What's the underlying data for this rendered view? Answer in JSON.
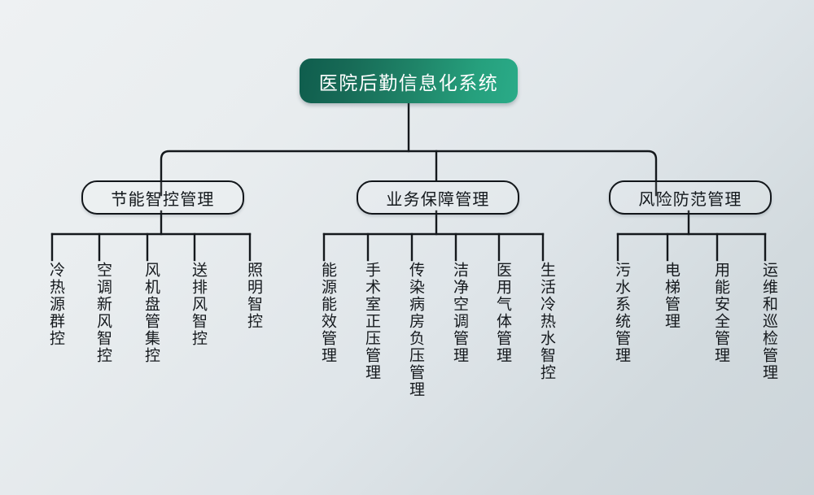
{
  "diagram": {
    "title": "医院后勤信息化系统",
    "type": "organization-tree",
    "background": {
      "from": "#eef1f3",
      "to": "#ccd5da"
    },
    "root": {
      "label": "医院后勤信息化系统",
      "fill_from": "#0f5d4d",
      "fill_to": "#2aab88",
      "text_color": "#ffffff"
    },
    "branches": [
      {
        "label": "节能智控管理",
        "leaves": [
          {
            "label": "冷热源群控"
          },
          {
            "label": "空调新风智控"
          },
          {
            "label": "风机盘管集控"
          },
          {
            "label": "送排风智控"
          },
          {
            "label": "照明智控"
          }
        ]
      },
      {
        "label": "业务保障管理",
        "leaves": [
          {
            "label": "能源能效管理"
          },
          {
            "label": "手术室正压管理"
          },
          {
            "label": "传染病房负压管理"
          },
          {
            "label": "洁净空调管理"
          },
          {
            "label": "医用气体管理"
          },
          {
            "label": "生活冷热水智控"
          }
        ]
      },
      {
        "label": "风险防范管理",
        "leaves": [
          {
            "label": "污水系统管理"
          },
          {
            "label": "电梯管理"
          },
          {
            "label": "用能安全管理"
          },
          {
            "label": "运维和巡检管理"
          }
        ]
      }
    ]
  },
  "layout": {
    "leaf_x": [
      [
        64,
        122,
        181,
        239,
        297
      ],
      [
        389,
        447,
        505,
        563,
        621,
        657
      ],
      [
        748,
        809,
        870,
        929
      ]
    ]
  }
}
